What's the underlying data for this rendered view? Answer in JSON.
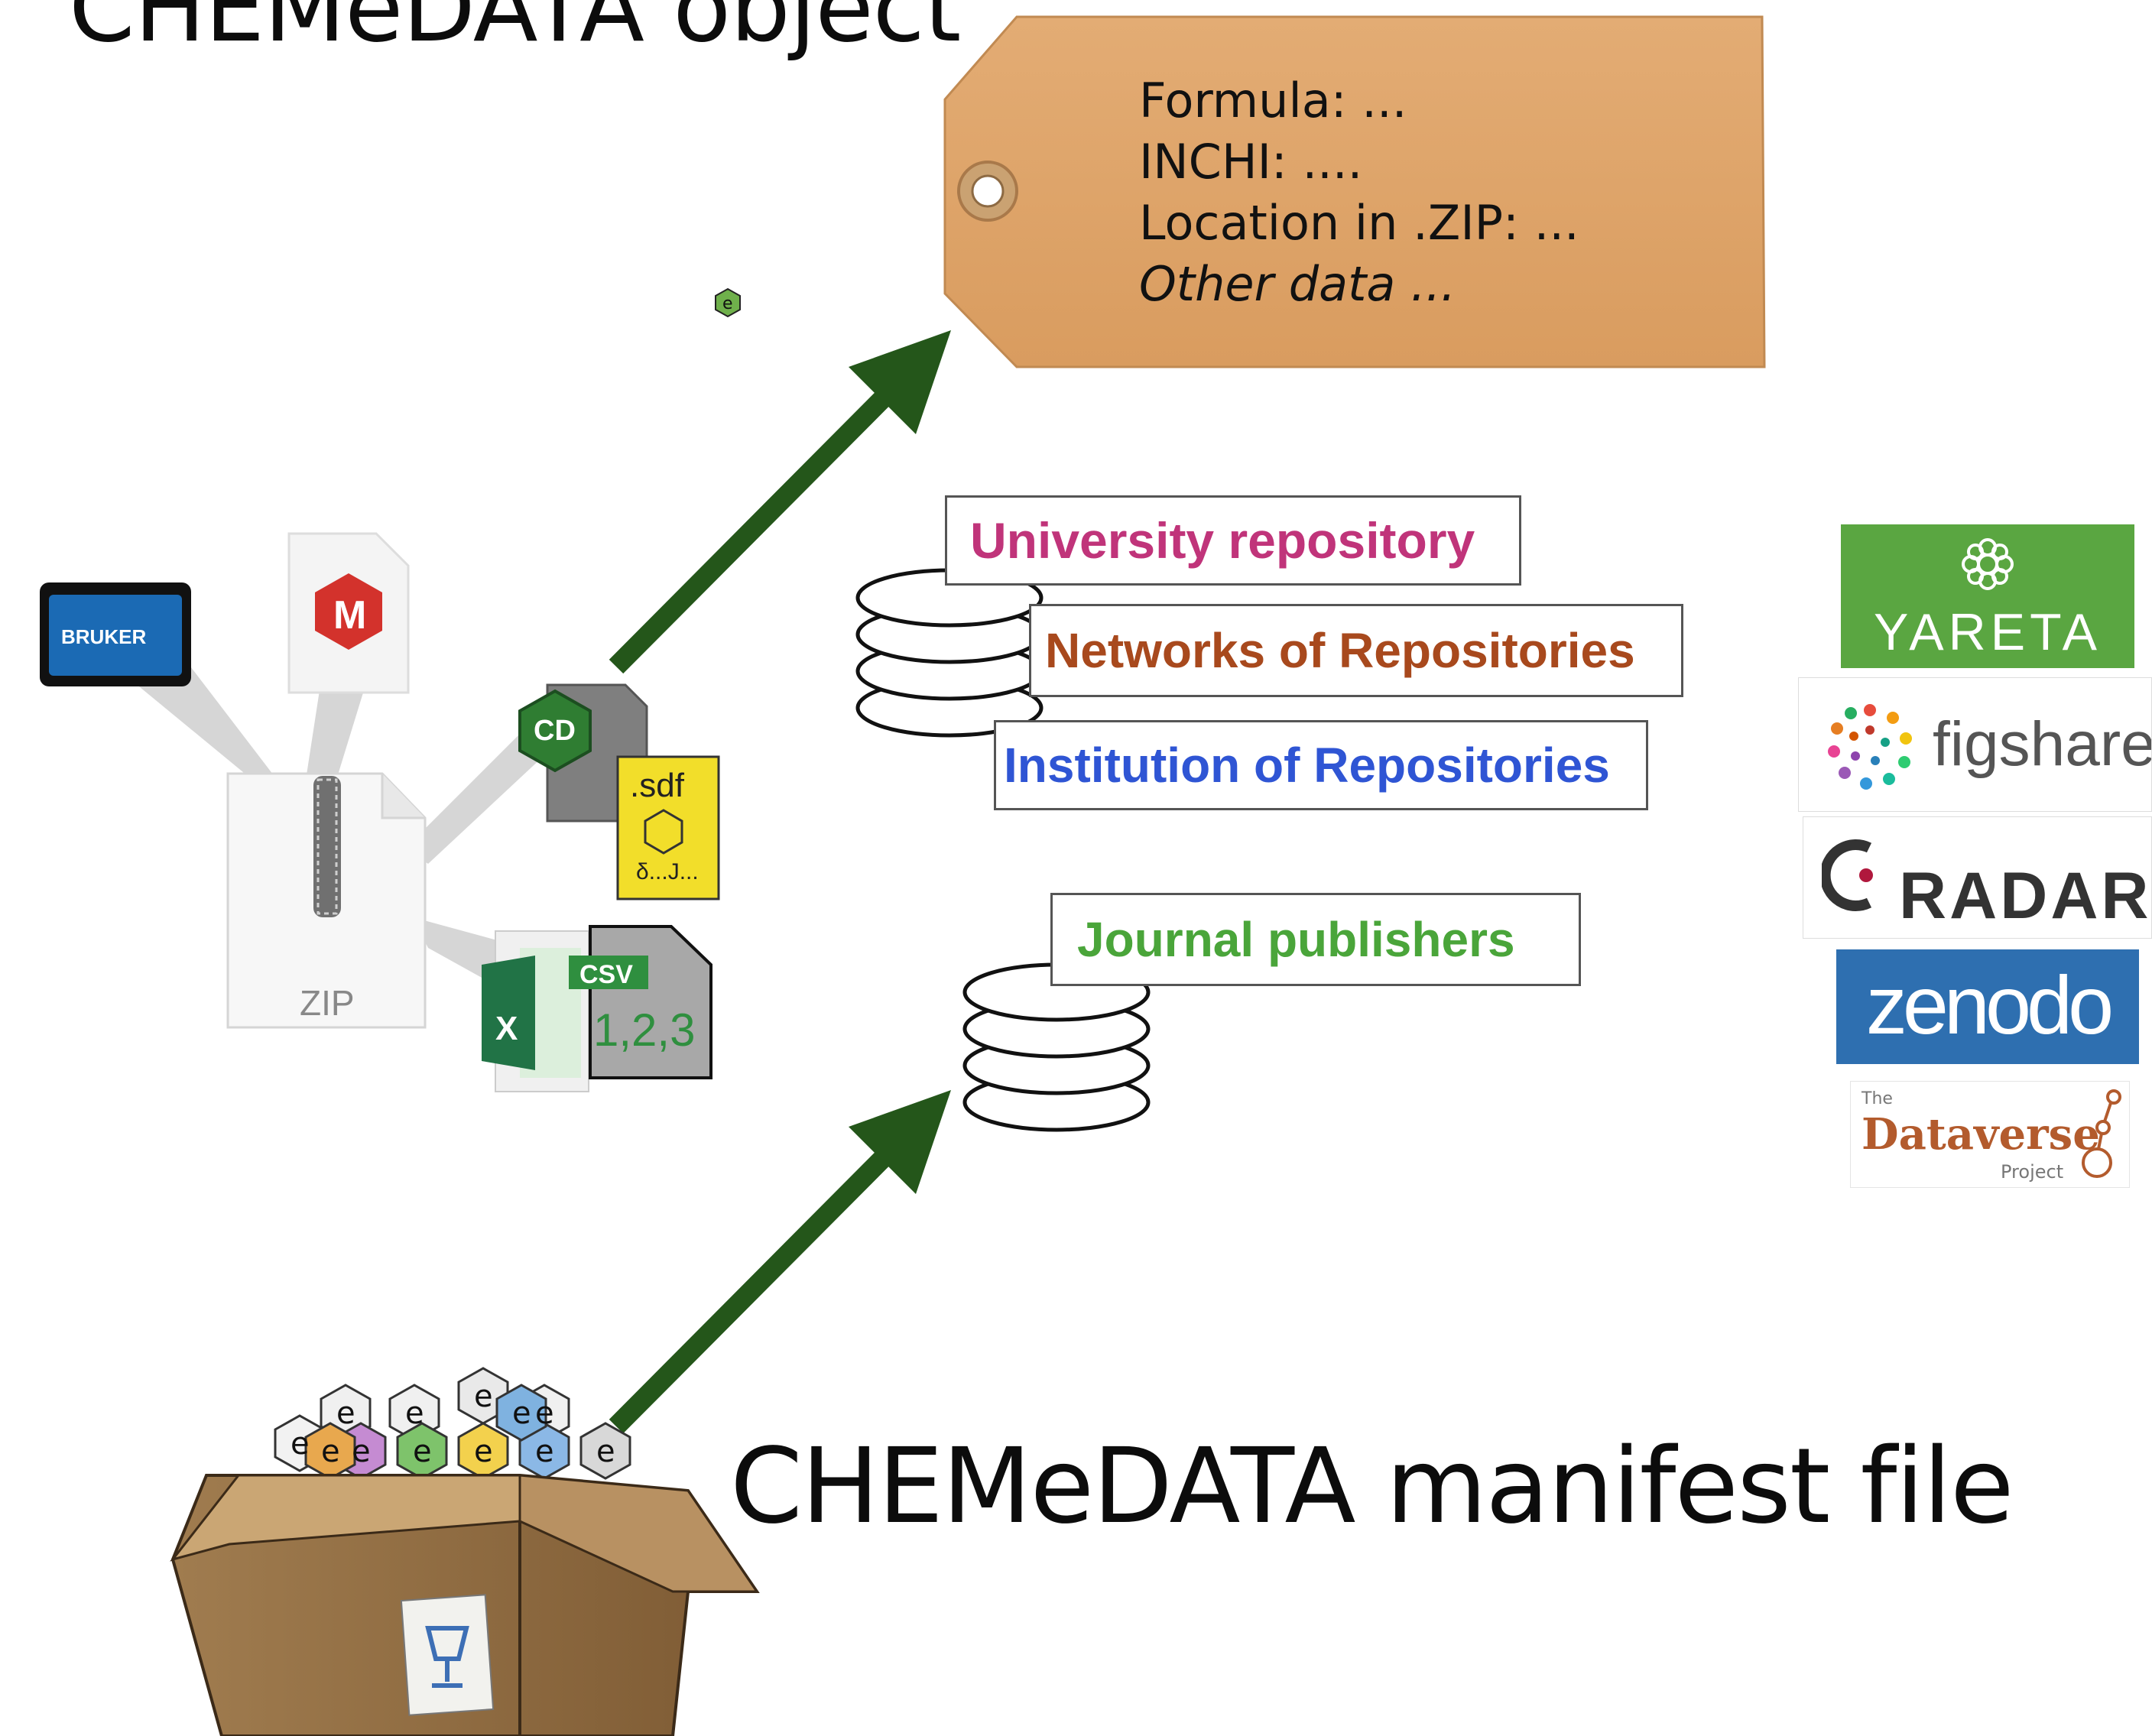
{
  "titles": {
    "object": "CHEMeDATA object",
    "manifest": "CHEMeDATA manifest file"
  },
  "tag": {
    "lines": [
      "Formula: ...",
      "INCHI: ....",
      "Location in .ZIP: ...",
      "Other data ..."
    ]
  },
  "repositories": {
    "university": "University repository",
    "networks": "Networks of Repositories",
    "institution": "Institution of Repositories",
    "journal": "Journal publishers"
  },
  "files": {
    "zip": "ZIP",
    "sdf": ".sdf",
    "sdf_sub": "δ...J...",
    "csv": "CSV",
    "csv_values": "1,2,3",
    "cd": "CD",
    "bruker": "BRUKER",
    "excel": "X",
    "mnova": "M"
  },
  "logos": {
    "yareta": "YARETA",
    "figshare": "figshare",
    "radar": "RADAR",
    "zenodo": "zenodo",
    "dataverse_the": "The",
    "dataverse": "Dataverse",
    "dataverse_project": "Project"
  },
  "hex_badge": "e",
  "colors": {
    "arrow": "#24561a",
    "tag": "#dfa66c",
    "university": "#c0347a",
    "networks": "#a8491d",
    "institution": "#2f55d4",
    "journal": "#4aa53a"
  }
}
